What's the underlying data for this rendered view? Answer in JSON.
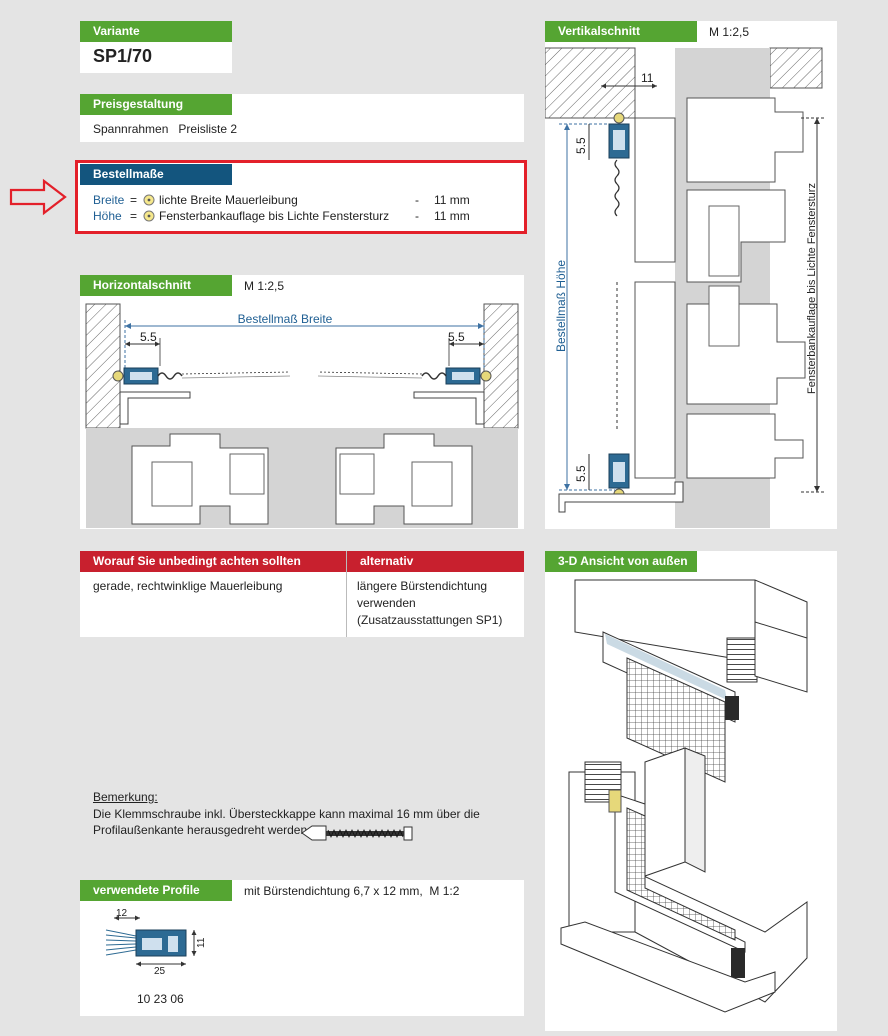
{
  "variante": {
    "label": "Variante",
    "value": "SP1/70"
  },
  "preis": {
    "label": "Preisgestaltung",
    "text": "Spannrahmen   Preisliste 2"
  },
  "bestell": {
    "label": "Bestellmaße",
    "rows": [
      {
        "name": "Breite",
        "eq": "=",
        "desc": "lichte Breite Mauerleibung",
        "dash": "-",
        "val": "11 mm"
      },
      {
        "name": "Höhe",
        "eq": "=",
        "desc": "Fensterbankauflage bis Lichte Fenstersturz",
        "dash": "-",
        "val": "11 mm"
      }
    ]
  },
  "horizontal": {
    "label": "Horizontalschnitt",
    "scale": "M 1:2,5",
    "dim_label": "Bestellmaß Breite",
    "dim_left": "5.5",
    "dim_right": "5.5"
  },
  "vertikal": {
    "label": "Vertikalschnitt",
    "scale": "M 1:2,5",
    "dim_top": "11",
    "dim_a": "5.5",
    "dim_b": "5.5",
    "height_label": "Bestellmaß Höhe",
    "right_label": "Fensterbankauflage bis Lichte Fenstersturz"
  },
  "achten": {
    "label": "Worauf Sie unbedingt achten sollten",
    "text": "gerade, rechtwinklige Mauerleibung"
  },
  "alternativ": {
    "label": "alternativ",
    "lines": [
      "längere Bürstendichtung",
      "verwenden",
      "(Zusatzausstattungen SP1)"
    ]
  },
  "ansicht": {
    "label": "3-D Ansicht von außen"
  },
  "bemerkung": {
    "title": "Bemerkung:",
    "line1": "Die Klemmschraube inkl. Übersteckkappe kann maximal 16 mm über die",
    "line2": "Profilaußenkante herausgedreht werden."
  },
  "profile": {
    "label": "verwendete Profile",
    "desc": "mit Bürstendichtung 6,7 x 12 mm,  M 1:2",
    "dim_w_top": "12",
    "dim_h": "11",
    "dim_w_bottom": "25",
    "number": "10 23 06"
  },
  "colors": {
    "green": "#55a532",
    "blue": "#13557e",
    "red": "#c8202e",
    "highlight": "#e3202a"
  }
}
